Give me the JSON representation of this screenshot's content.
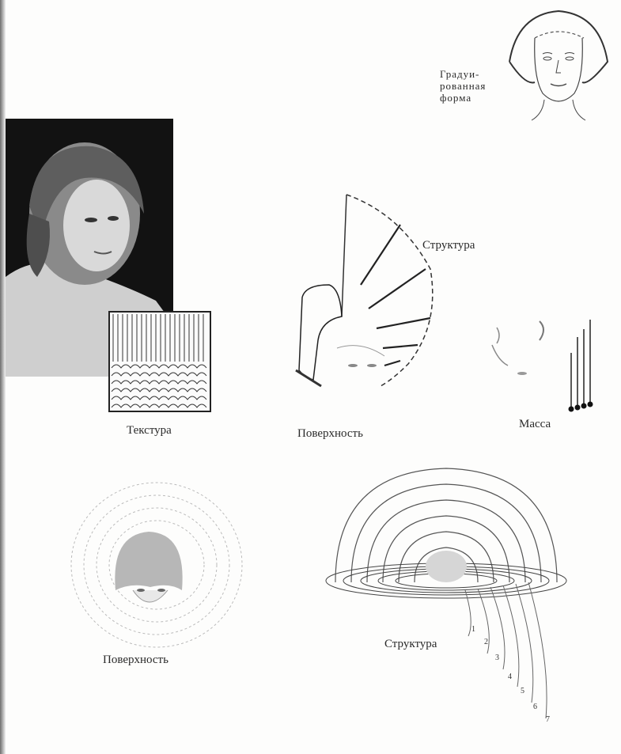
{
  "page": {
    "captions": {
      "graduated_form": [
        "Градуи-",
        "рованная",
        "форма"
      ],
      "texture": "Текстура",
      "structure_top": "Структура",
      "surface_middle": "Поверхность",
      "mass": "Масса",
      "surface_bottom": "Поверхность",
      "structure_bottom": "Структура"
    },
    "arc_numbers": [
      "1",
      "2",
      "3",
      "4",
      "5",
      "6",
      "7"
    ]
  }
}
